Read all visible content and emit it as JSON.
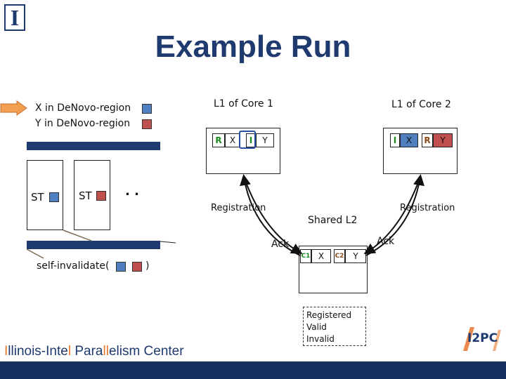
{
  "slide": {
    "title": "Example Run",
    "footer_parts": [
      "I",
      "llinois-Inte",
      "l",
      " Para",
      "ll",
      "elism Center"
    ],
    "brand_logo": "I2PC"
  },
  "legend_left": {
    "x_line": "X in DeNovo-region",
    "y_line": "Y in DeNovo-region",
    "x_color": "#4f7fbf",
    "y_color": "#c0504d"
  },
  "cores": {
    "st1": "ST",
    "st2": "ST",
    "dots": ". .",
    "self_invalidate_open": "self-invalidate(",
    "self_invalidate_close": ")"
  },
  "l1_core1": {
    "title": "L1 of Core 1",
    "cells": [
      {
        "state": "R",
        "label": "X"
      },
      {
        "state": "I",
        "label": "Y"
      }
    ]
  },
  "l1_core2": {
    "title": "L1 of Core 2",
    "cells": [
      {
        "state": "I",
        "label": "X"
      },
      {
        "state": "R",
        "label": "Y"
      }
    ]
  },
  "shared_l2": {
    "title": "Shared L2",
    "cells": [
      {
        "state": "C1",
        "label": "X"
      },
      {
        "state": "C2",
        "label": "Y"
      }
    ]
  },
  "arrows": {
    "registration_left": "Registration",
    "registration_right": "Registration",
    "ack_left": "Ack",
    "ack_right": "Ack"
  },
  "state_legend": [
    "Registered",
    "Valid",
    "Invalid"
  ],
  "colors": {
    "accent": "#1f3a6e",
    "orange": "#e8752a",
    "green": "#1a8a1a"
  }
}
